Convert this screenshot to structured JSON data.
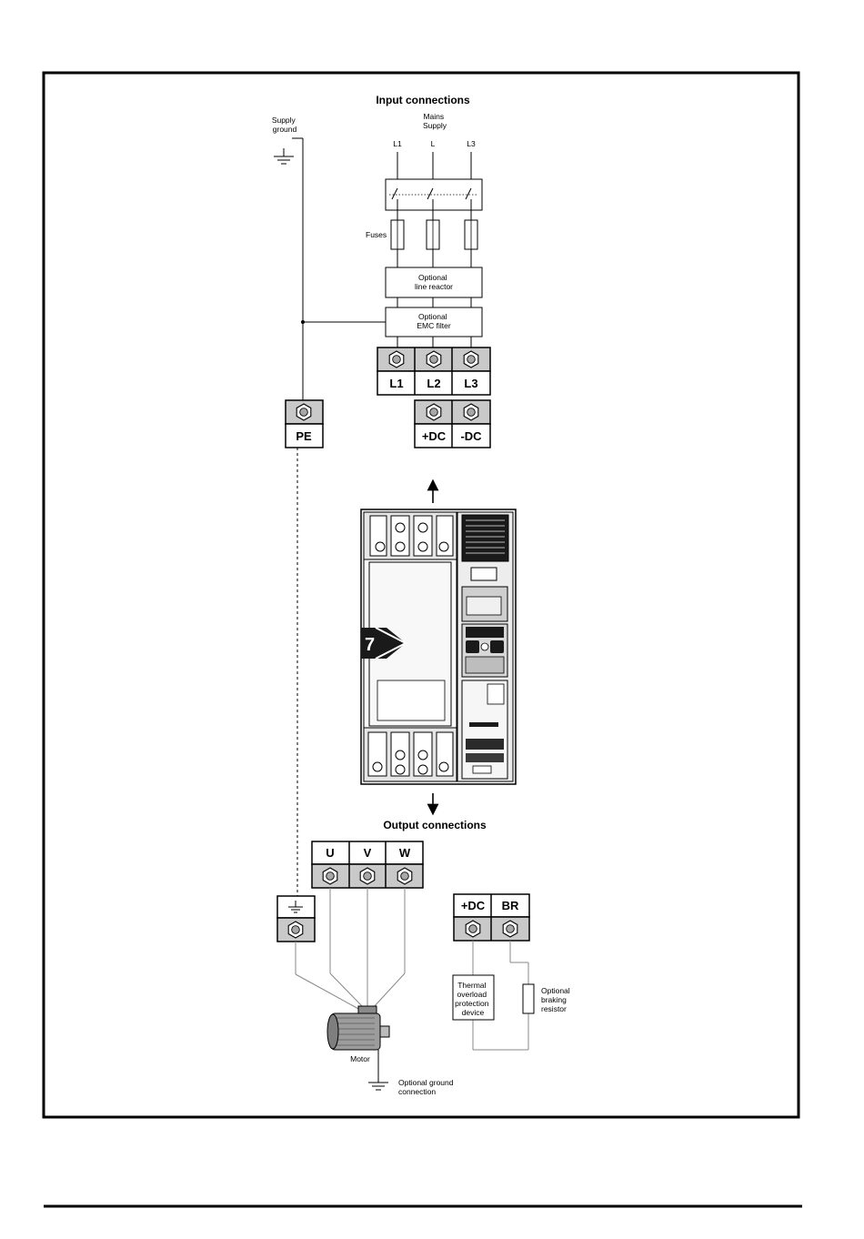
{
  "input": {
    "title": "Input connections",
    "supply_ground": [
      "Supply",
      "ground"
    ],
    "mains_supply": [
      "Mains",
      "Supply"
    ],
    "phases": [
      "L1",
      "L",
      "L3"
    ],
    "fuses": "Fuses",
    "line_reactor": [
      "Optional",
      "line reactor"
    ],
    "emc_filter": [
      "Optional",
      "EMC filter"
    ],
    "terminals": [
      "L1",
      "L2",
      "L3"
    ],
    "pe": "PE",
    "dc_terminals": [
      "+DC",
      "-DC"
    ]
  },
  "drive": {
    "logo_digit": "7"
  },
  "output": {
    "title": "Output connections",
    "terminals": [
      "U",
      "V",
      "W"
    ],
    "brake_terminals": [
      "+DC",
      "BR"
    ],
    "thermal_device": [
      "Thermal",
      "overload",
      "protection",
      "device"
    ],
    "braking_resistor": [
      "Optional",
      "braking",
      "resistor"
    ],
    "motor": "Motor",
    "ground_connection": [
      "Optional ground",
      "connection"
    ]
  },
  "colors": {
    "line": "#000000",
    "wire": "#888888",
    "terminal_fill": "#c9c9c9",
    "drive_dark": "#1a1a1a"
  }
}
